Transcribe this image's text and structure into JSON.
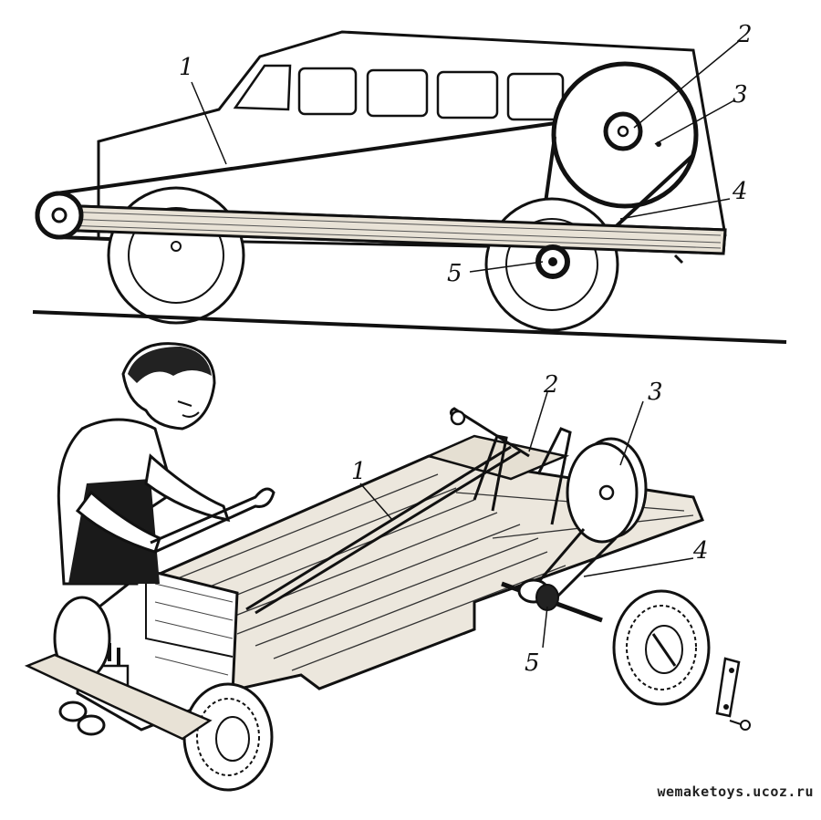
{
  "top_figure": {
    "labels": [
      "1",
      "2",
      "3",
      "4",
      "5"
    ]
  },
  "bottom_figure": {
    "labels": [
      "1",
      "2",
      "3",
      "4",
      "5"
    ]
  },
  "watermark": "wemaketoys.ucoz.ru",
  "colors": {
    "ink": "#111111",
    "paper": "#ffffff",
    "wood": "#d9d2c4"
  }
}
